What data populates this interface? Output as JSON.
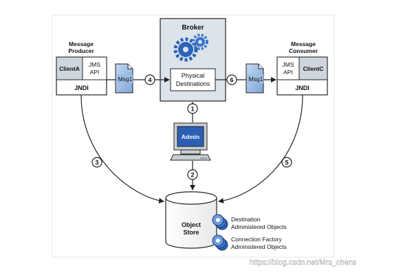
{
  "producer": {
    "heading_line1": "Message",
    "heading_line2": "Producer",
    "client": "ClientA",
    "api_line1": "JMS",
    "api_line2": "API",
    "jndi": "JNDI"
  },
  "consumer": {
    "heading_line1": "Message",
    "heading_line2": "Consumer",
    "client": "ClientC",
    "api_line1": "JMS",
    "api_line2": "API",
    "jndi": "JNDI"
  },
  "broker": {
    "title": "Broker",
    "dest_line1": "Physical",
    "dest_line2": "Destinations"
  },
  "messages": {
    "left": "Msg1",
    "right": "Msg1"
  },
  "admin": {
    "label": "Admin"
  },
  "steps": [
    "1",
    "2",
    "3",
    "4",
    "5",
    "6"
  ],
  "store": {
    "line1": "Object",
    "line2": "Store"
  },
  "legend": {
    "destination_line1": "Destination",
    "destination_line2": "Administered Objects",
    "factory_line1": "Connection Factory",
    "factory_line2": "Administered Objects"
  },
  "watermark": "https://blog.csdn.net/Mrs_chens",
  "colors": {
    "box": "#dce3ea",
    "header": "#ced5dc",
    "doc": "#9dbde2",
    "gear": "#2d62b8",
    "screen": "#2c5fb4",
    "line": "#222222"
  }
}
